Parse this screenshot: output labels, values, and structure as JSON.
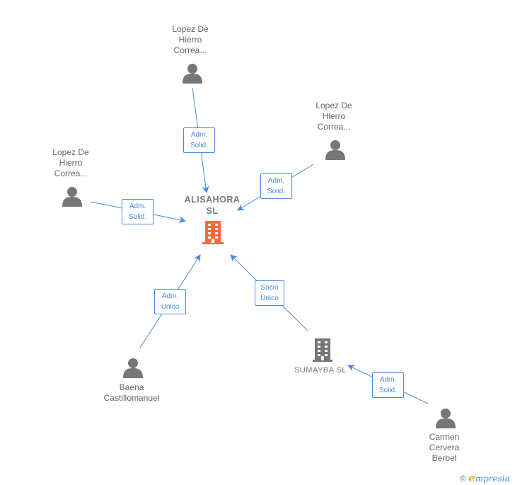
{
  "diagram": {
    "center": {
      "name": "ALISAHORA\nSL",
      "color": "#f26b3a"
    },
    "people": [
      {
        "id": "p1",
        "label": "Lopez De\nHierro\nCorrea..."
      },
      {
        "id": "p2",
        "label": "Lopez De\nHierro\nCorrea..."
      },
      {
        "id": "p3",
        "label": "Lopez De\nHierro\nCorrea..."
      },
      {
        "id": "p4",
        "label": "Baena\nCastillomanuel"
      },
      {
        "id": "p5",
        "label": "Carmen\nCervera\nBerbel"
      }
    ],
    "company": {
      "name": "SUMAYBA  SL"
    },
    "edges": [
      {
        "label": "Adm.\nSolid."
      },
      {
        "label": "Adm.\nSolid."
      },
      {
        "label": "Adm.\nSolid."
      },
      {
        "label": "Adm.\nUnico"
      },
      {
        "label": "Socio\nÚnico"
      },
      {
        "label": "Adm.\nSolid."
      }
    ],
    "colors": {
      "edge": "#4a89dc",
      "person_icon": "#777777",
      "company_icon": "#777777"
    }
  },
  "footer": {
    "copyright": "©",
    "brand_first": "e",
    "brand_rest": "mpresia"
  }
}
